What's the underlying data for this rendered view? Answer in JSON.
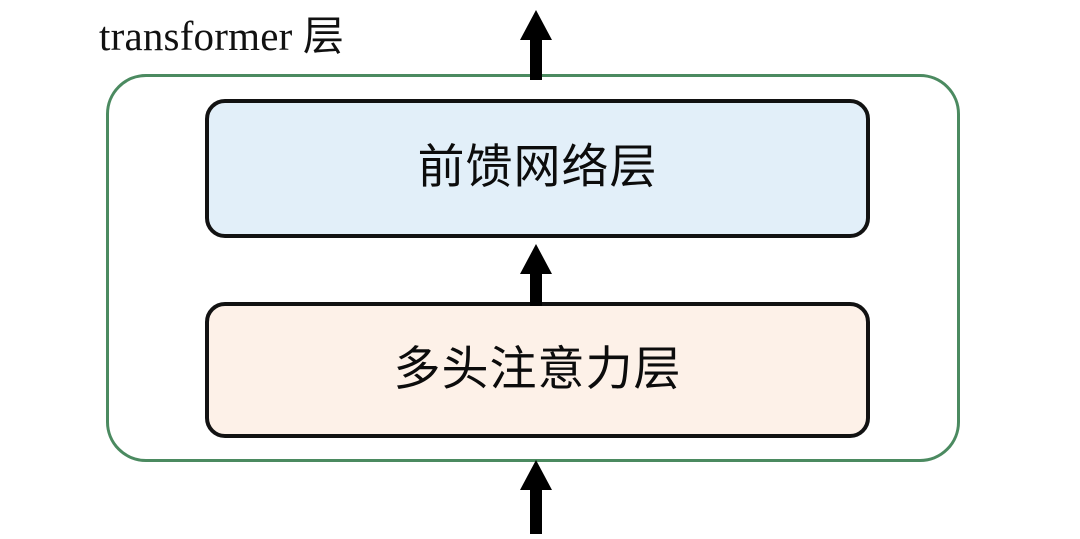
{
  "diagram": {
    "title": "transformer 层",
    "type": "block-diagram",
    "description": "Transformer layer block diagram: input arrow enters the green transformer layer container, passes through the multi-head attention layer, then an arrow to the feed-forward network layer, then an output arrow exits upward.",
    "container": {
      "name": "transformer-layer-container",
      "label": "transformer 层",
      "border_color": "#4b8a60",
      "fill_color": "#ffffff",
      "corner_radius": "40px"
    },
    "blocks": [
      {
        "id": "feed-forward-network",
        "label": "前馈网络层",
        "fill_color": "#e2eff9",
        "border_color": "#121212",
        "order": 2
      },
      {
        "id": "multi-head-attention",
        "label": "多头注意力层",
        "fill_color": "#fdf1e8",
        "border_color": "#121212",
        "order": 1
      }
    ],
    "arrows": [
      {
        "id": "input-arrow",
        "direction": "up",
        "color": "#000000",
        "from": "external-input",
        "to": "multi-head-attention"
      },
      {
        "id": "attention-to-ffn-arrow",
        "direction": "up",
        "color": "#000000",
        "from": "multi-head-attention",
        "to": "feed-forward-network"
      },
      {
        "id": "output-arrow",
        "direction": "up",
        "color": "#000000",
        "from": "feed-forward-network",
        "to": "external-output"
      }
    ]
  }
}
